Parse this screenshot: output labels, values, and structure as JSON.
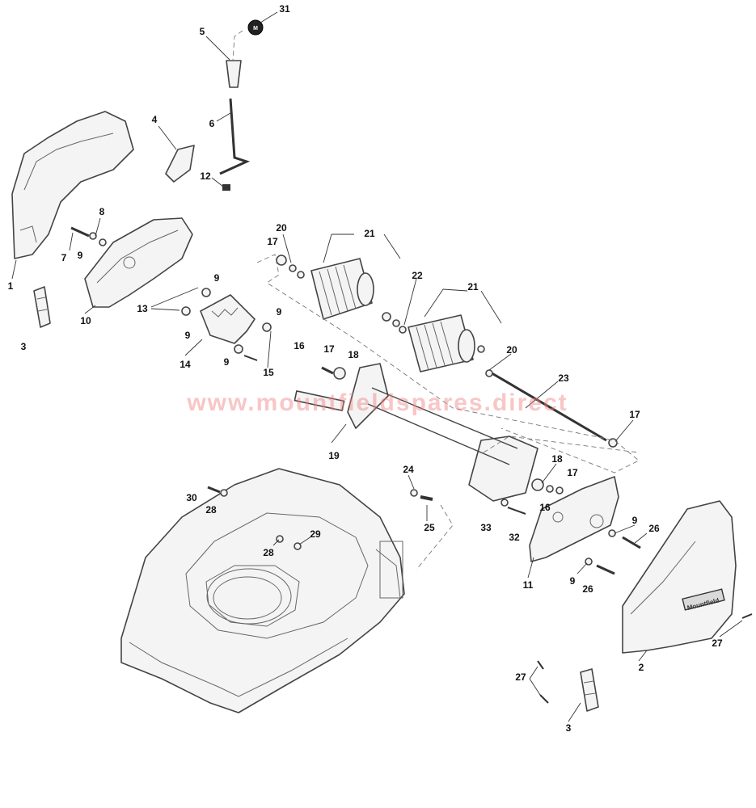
{
  "watermark": "www.mountfieldspares.direct",
  "brand_label": "Mountfield",
  "cap_letter": "M",
  "callouts": [
    {
      "id": "c31a",
      "text": "31"
    },
    {
      "id": "c5",
      "text": "5"
    },
    {
      "id": "c6",
      "text": "6"
    },
    {
      "id": "c4",
      "text": "4"
    },
    {
      "id": "c12",
      "text": "12"
    },
    {
      "id": "c8",
      "text": "8"
    },
    {
      "id": "c7",
      "text": "7"
    },
    {
      "id": "c9a",
      "text": "9"
    },
    {
      "id": "c1",
      "text": "1"
    },
    {
      "id": "c10",
      "text": "10"
    },
    {
      "id": "c3a",
      "text": "3"
    },
    {
      "id": "c13",
      "text": "13"
    },
    {
      "id": "c9b",
      "text": "9"
    },
    {
      "id": "c9c",
      "text": "9"
    },
    {
      "id": "c14",
      "text": "14"
    },
    {
      "id": "c9d",
      "text": "9"
    },
    {
      "id": "c9e",
      "text": "9"
    },
    {
      "id": "c15",
      "text": "15"
    },
    {
      "id": "c20a",
      "text": "20"
    },
    {
      "id": "c17a",
      "text": "17"
    },
    {
      "id": "c21a",
      "text": "21"
    },
    {
      "id": "c22",
      "text": "22"
    },
    {
      "id": "c21b",
      "text": "21"
    },
    {
      "id": "c16a",
      "text": "16"
    },
    {
      "id": "c17b",
      "text": "17"
    },
    {
      "id": "c18a",
      "text": "18"
    },
    {
      "id": "c20b",
      "text": "20"
    },
    {
      "id": "c23",
      "text": "23"
    },
    {
      "id": "c17c",
      "text": "17"
    },
    {
      "id": "c19",
      "text": "19"
    },
    {
      "id": "c24",
      "text": "24"
    },
    {
      "id": "c18b",
      "text": "18"
    },
    {
      "id": "c17d",
      "text": "17"
    },
    {
      "id": "c16b",
      "text": "16"
    },
    {
      "id": "c30",
      "text": "30"
    },
    {
      "id": "c28a",
      "text": "28"
    },
    {
      "id": "c25",
      "text": "25"
    },
    {
      "id": "c33",
      "text": "33"
    },
    {
      "id": "c32",
      "text": "32"
    },
    {
      "id": "c9f",
      "text": "9"
    },
    {
      "id": "c26a",
      "text": "26"
    },
    {
      "id": "c29",
      "text": "29"
    },
    {
      "id": "c28b",
      "text": "28"
    },
    {
      "id": "c11",
      "text": "11"
    },
    {
      "id": "c9g",
      "text": "9"
    },
    {
      "id": "c26b",
      "text": "26"
    },
    {
      "id": "c27a",
      "text": "27"
    },
    {
      "id": "c2",
      "text": "2"
    },
    {
      "id": "c27b",
      "text": "27"
    },
    {
      "id": "c3b",
      "text": "3"
    }
  ]
}
